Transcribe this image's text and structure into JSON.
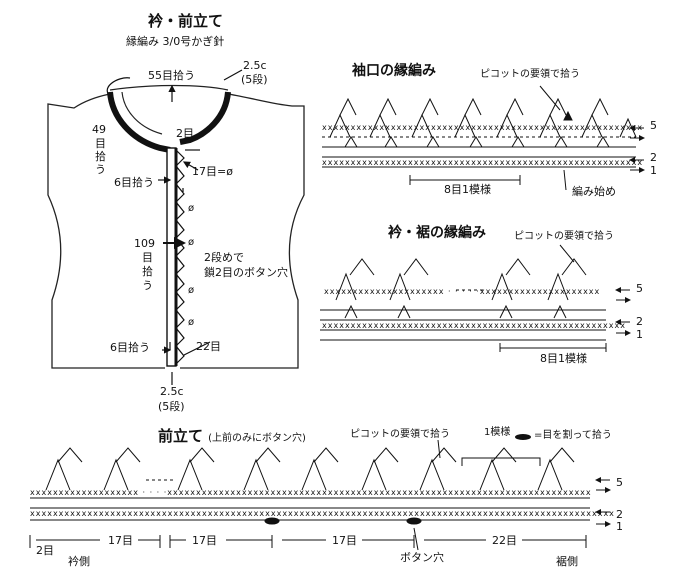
{
  "collar_front": {
    "title": "衿・前立て",
    "subtitle": "縁編み 3/0号かぎ針",
    "pick_top": "55目拾う",
    "width_top": "2.5c",
    "rows_top": "(5段)",
    "side_pick": [
      "49",
      "目",
      "拾",
      "う"
    ],
    "neck_pick": "6目拾う",
    "label_2": "2目",
    "label_17": "17目=",
    "center_pick": [
      "109",
      "目",
      "拾",
      "う"
    ],
    "button_note_1": "2段めで",
    "button_note_2": "鎖2目のボタン穴",
    "label_22": "22目",
    "bottom_pick": "6目拾う",
    "width_bottom": "2.5c",
    "rows_bottom": "(5段)",
    "buttonhole_symbol": "ø"
  },
  "cuff": {
    "title": "袖口の縁編み",
    "picot_note": "ピコットの要領で拾う",
    "rows": [
      "5",
      "2",
      "1"
    ],
    "repeat": "8目1模様",
    "start": "編み始め"
  },
  "hem": {
    "title": "衿・裾の縁編み",
    "picot_note": "ピコットの要領で拾う",
    "rows": [
      "5",
      "2",
      "1"
    ],
    "repeat": "8目1模様"
  },
  "front_band": {
    "title": "前立て",
    "title_note": "(上前のみにボタン穴)",
    "picot_note": "ピコットの要領で拾う",
    "repeat": "1模様",
    "legend": "=目を割って拾う",
    "rows": [
      "5",
      "2",
      "1"
    ],
    "counts": [
      "2目",
      "17目",
      "17目",
      "17目",
      "22目"
    ],
    "collar_side": "衿側",
    "buttonhole": "ボタン穴",
    "hem_side": "裾側"
  }
}
